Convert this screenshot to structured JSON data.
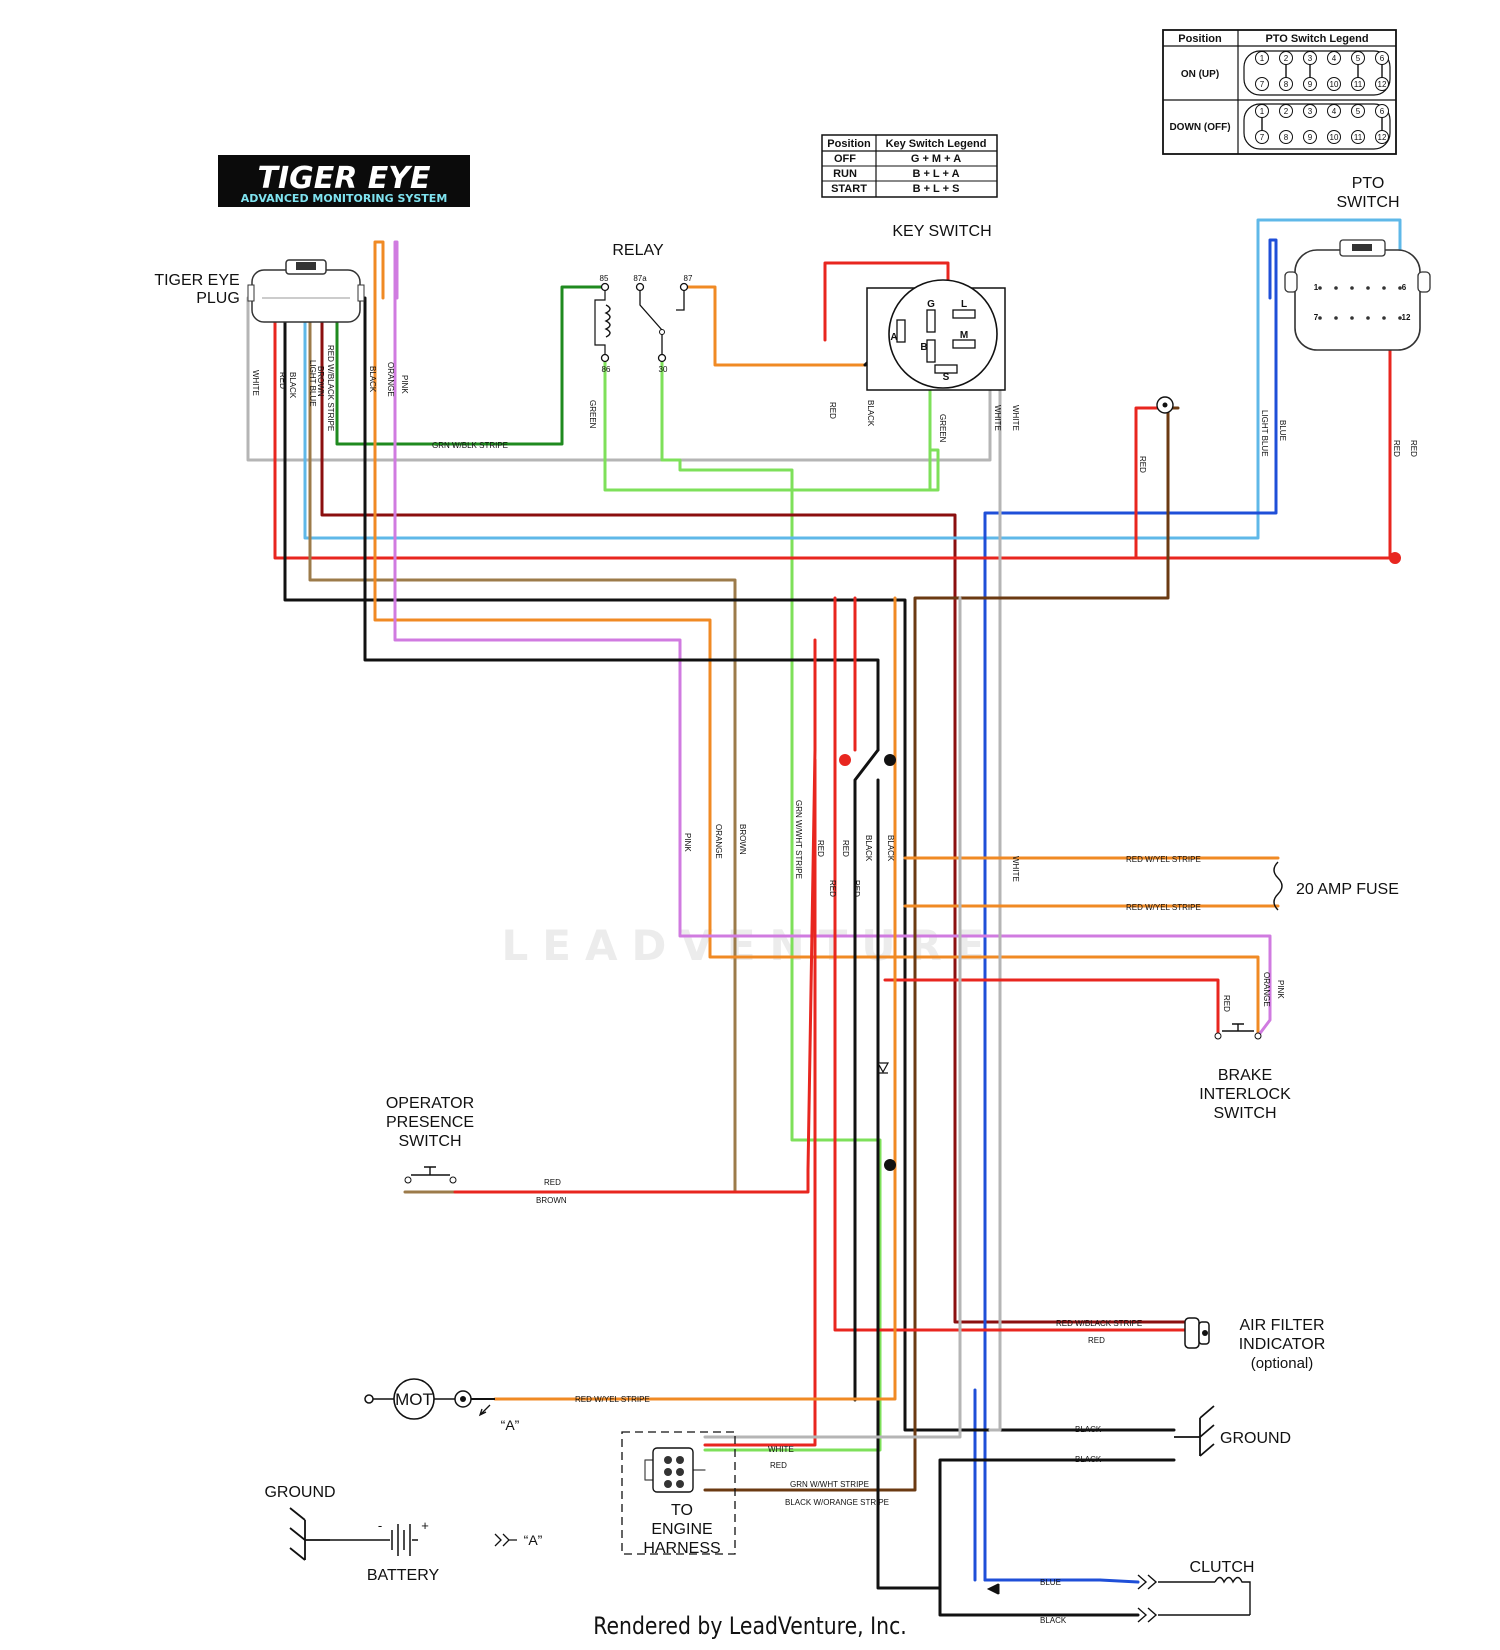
{
  "logo": {
    "title": "TIGER EYE",
    "subtitle": "ADVANCED MONITORING SYSTEM"
  },
  "watermark": "LEADVENTURE",
  "footer": "Rendered by LeadVenture, Inc.",
  "labels": {
    "tiger_eye_plug": [
      "TIGER EYE",
      "PLUG"
    ],
    "relay": "RELAY",
    "key_switch": "KEY SWITCH",
    "pto_switch": [
      "PTO",
      "SWITCH"
    ],
    "fuse": "20 AMP FUSE",
    "brake": [
      "BRAKE",
      "INTERLOCK",
      "SWITCH"
    ],
    "operator": [
      "OPERATOR",
      "PRESENCE",
      "SWITCH"
    ],
    "air_filter": [
      "AIR FILTER",
      "INDICATOR",
      "(optional)"
    ],
    "ground_right": "GROUND",
    "ground_left": "GROUND",
    "battery": "BATTERY",
    "engine": [
      "TO",
      "ENGINE",
      "HARNESS"
    ],
    "clutch": "CLUTCH",
    "mot": "MOT",
    "ref_a": "“A”",
    "ref_a2": "“A”",
    "relay_pins": [
      "85",
      "87a",
      "87",
      "86",
      "30"
    ],
    "key_pins": [
      "G",
      "L",
      "A",
      "B",
      "M",
      "S"
    ],
    "battery_minus": "-",
    "battery_plus": "+"
  },
  "key_legend": {
    "headers": [
      "Position",
      "Key Switch Legend"
    ],
    "rows": [
      [
        "OFF",
        "G + M + A"
      ],
      [
        "RUN",
        "B + L + A"
      ],
      [
        "START",
        "B + L + S"
      ]
    ]
  },
  "pto_legend": {
    "headers": [
      "Position",
      "PTO Switch Legend"
    ],
    "rows": [
      "ON (UP)",
      "DOWN (OFF)"
    ],
    "pins_top": [
      "1",
      "2",
      "3",
      "4",
      "5",
      "6"
    ],
    "pins_bottom": [
      "7",
      "8",
      "9",
      "10",
      "11",
      "12"
    ]
  },
  "pto_pins": [
    "1",
    "6",
    "7",
    "12"
  ],
  "wire_labels": {
    "white": "WHITE",
    "red": "RED",
    "black": "BLACK",
    "light_blue": "LIGHT BLUE",
    "brown": "BROWN",
    "red_blk": "RED W/BLACK STRIPE",
    "orange": "ORANGE",
    "pink": "PINK",
    "grn_blk": "GRN W/BLK STRIPE",
    "green": "GREEN",
    "blue": "BLUE",
    "grn_wht": "GRN W/WHT STRIPE",
    "red_yel": "RED W/YEL STRIPE",
    "red_blk_caps": "RED W/BLACK STRIPE",
    "blk_orange": "BLACK W/ORANGE STRIPE"
  },
  "colors": {
    "red": "#e8261f",
    "black": "#111111",
    "white_wire": "#b5b5b5",
    "light_blue": "#5fb8e8",
    "brown": "#9c7b4a",
    "dark_red": "#8b0f0f",
    "orange": "#f08a24",
    "pink": "#d07be0",
    "green": "#7ee05a",
    "dark_green": "#1f8a1f",
    "blue": "#1f4fd8",
    "dark_brown": "#6b3a12"
  }
}
